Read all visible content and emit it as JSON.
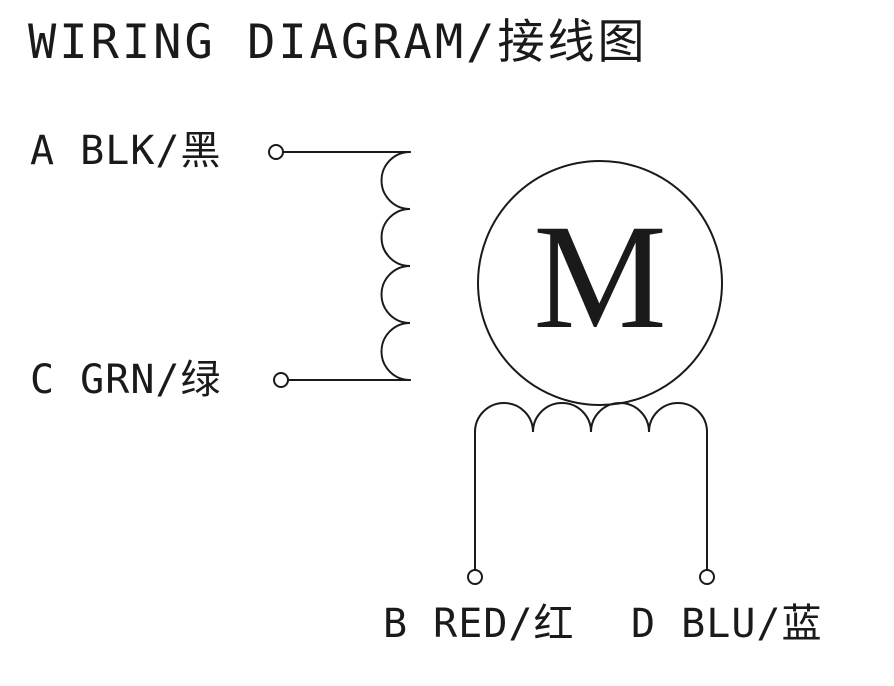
{
  "title": "WIRING DIAGRAM/接线图",
  "motor": {
    "label": "M"
  },
  "terminals": {
    "a": {
      "label": "A BLK/黑"
    },
    "c": {
      "label": "C GRN/绿"
    },
    "b": {
      "label": "B RED/红"
    },
    "d": {
      "label": "D BLU/蓝"
    }
  },
  "colors": {
    "line": "#1a1a1a",
    "background": "#ffffff"
  }
}
